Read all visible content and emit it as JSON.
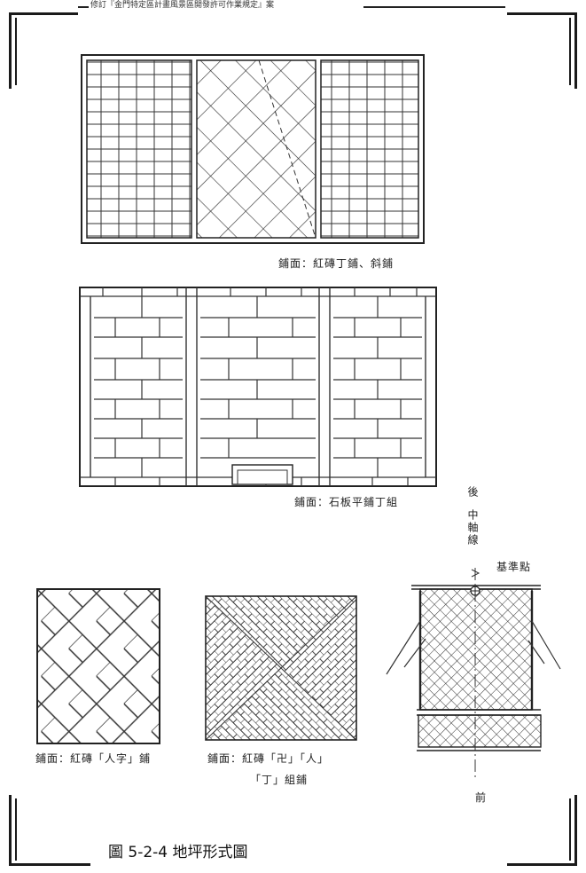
{
  "header": {
    "text": "修訂『金門特定區計畫風景區開發許可作業規定』案"
  },
  "captions": {
    "brick_combo": "鋪面：紅磚丁鋪、斜鋪",
    "stone_slab": "鋪面：石板平鋪丁組",
    "herringbone": "鋪面：紅磚「人字」鋪",
    "swastika_line1": "鋪面：紅磚「卍」「人」",
    "swastika_line2": "「丁」組鋪"
  },
  "axis_labels": {
    "back": "後",
    "center_axis": "中軸線",
    "datum": "基準點",
    "front": "前"
  },
  "figure_title": "圖 5-2-4 地坪形式圖"
}
